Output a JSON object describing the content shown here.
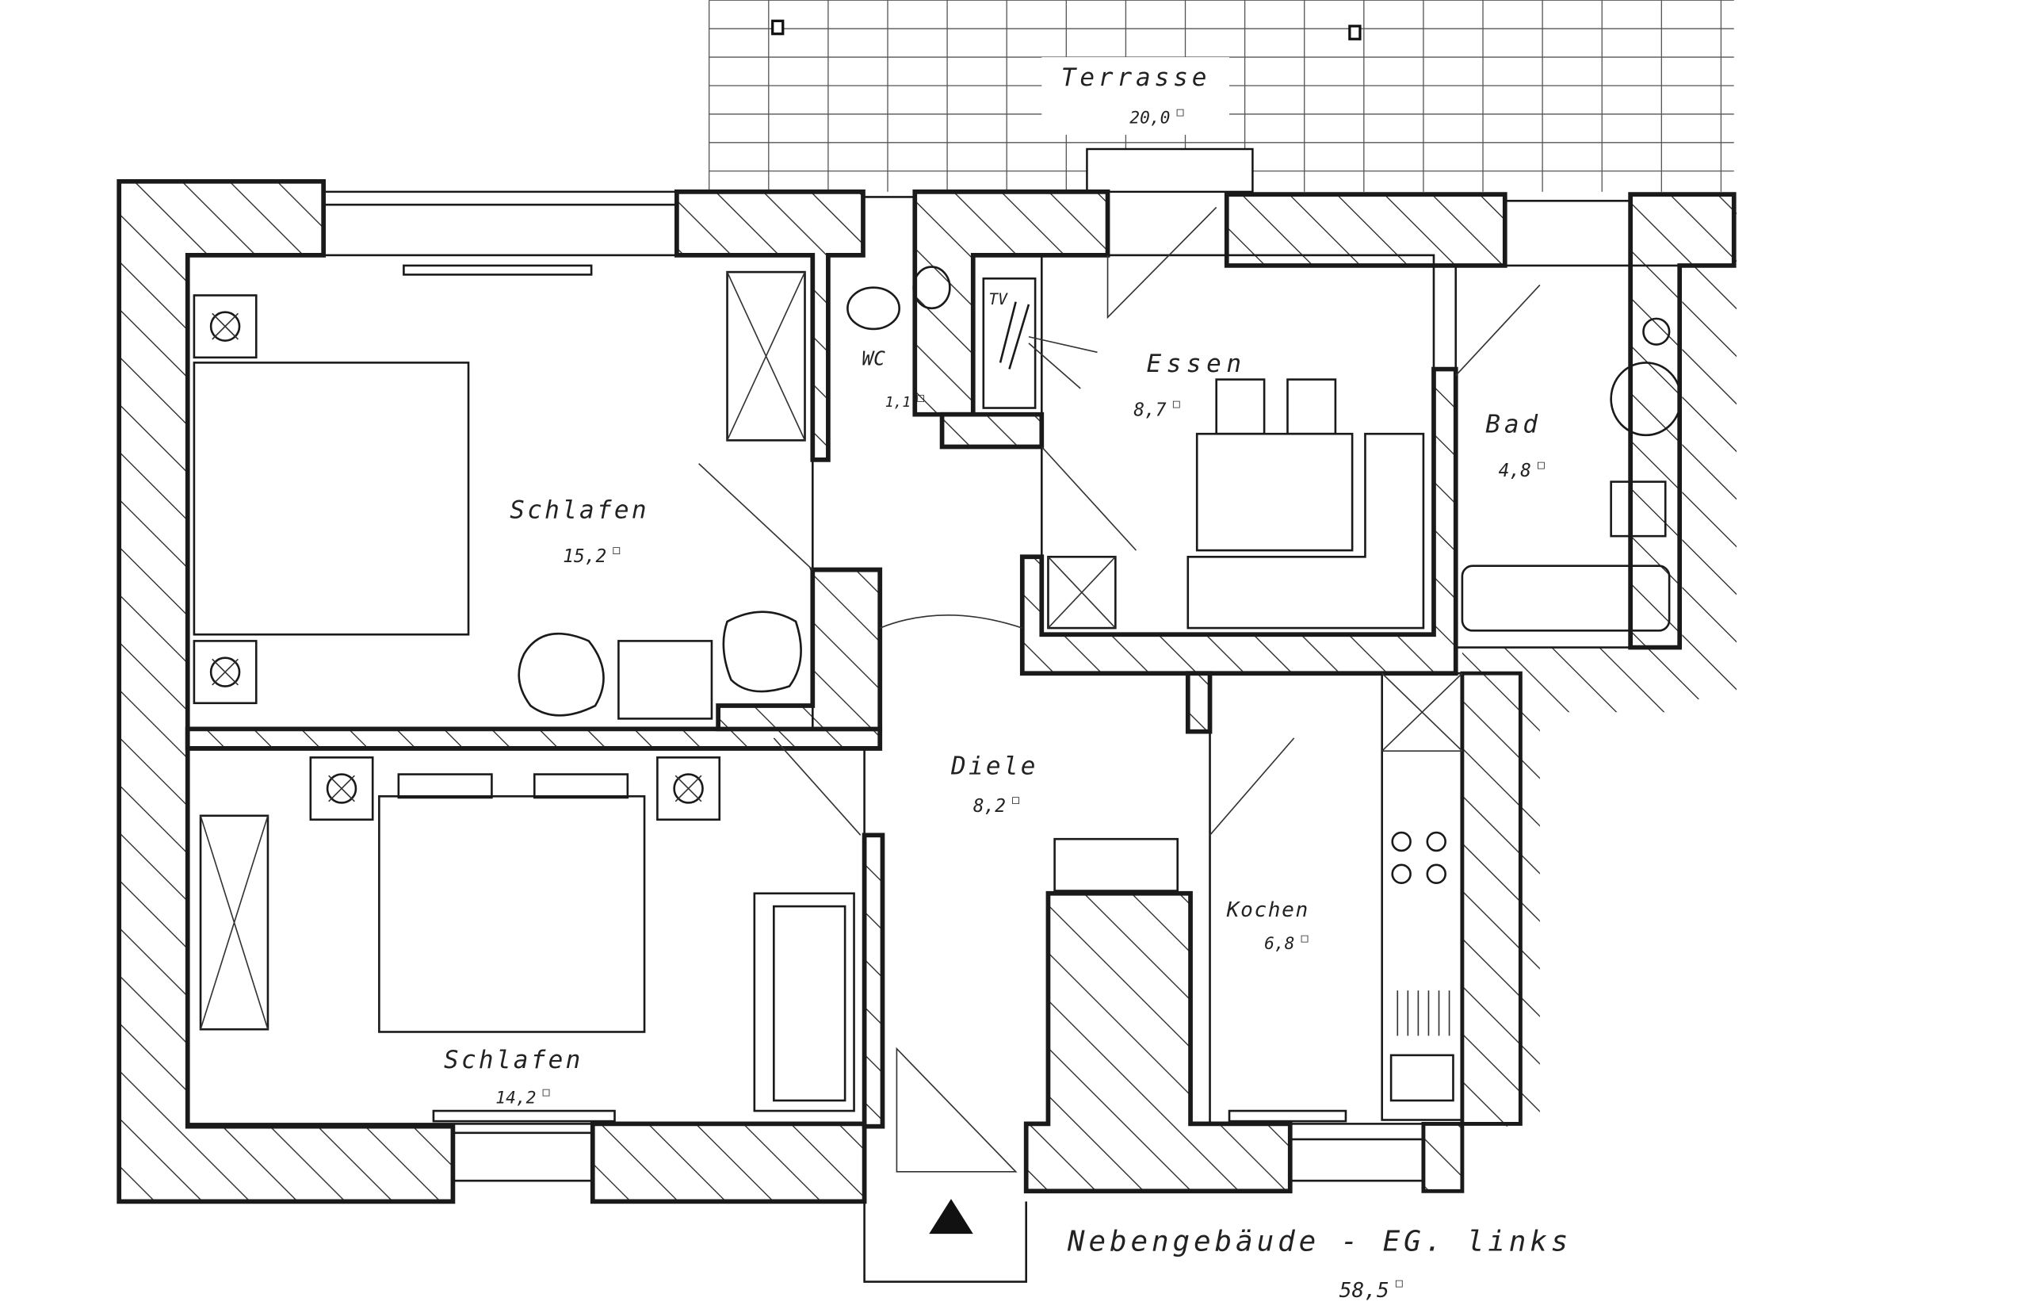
{
  "plan": {
    "title": "Nebengebäude - EG. links",
    "total_area": "58,5",
    "unit_mark": "□",
    "rooms": [
      {
        "name": "Terrasse",
        "area": "20,0"
      },
      {
        "name": "Schlafen",
        "area": "15,2"
      },
      {
        "name": "WC",
        "area": "1,1"
      },
      {
        "name": "Essen",
        "area": "8,7"
      },
      {
        "name": "Bad",
        "area": "4,8"
      },
      {
        "name": "Diele",
        "area": "8,2"
      },
      {
        "name": "Schlafen",
        "area": "14,2"
      },
      {
        "name": "Kochen",
        "area": "6,8"
      }
    ],
    "tv_label": "TV"
  }
}
